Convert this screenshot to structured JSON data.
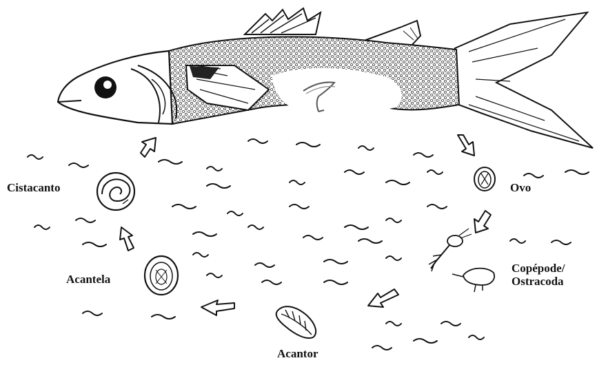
{
  "diagram": {
    "labels": {
      "cistacanto": "Cistacanto",
      "ovo": "Ovo",
      "copepode_line1": "Copépode/",
      "copepode_line2": "Ostracoda",
      "acantela": "Acantela",
      "acantor": "Acantor"
    },
    "colors": {
      "ink": "#111111",
      "background": "#ffffff"
    },
    "icons": [
      "fish-host-icon",
      "adult-worm-icon",
      "egg-icon",
      "copepod-icon",
      "ostracod-icon",
      "acanthor-icon",
      "acanthella-icon",
      "cystacanth-icon",
      "cycle-arrow-icon"
    ]
  }
}
